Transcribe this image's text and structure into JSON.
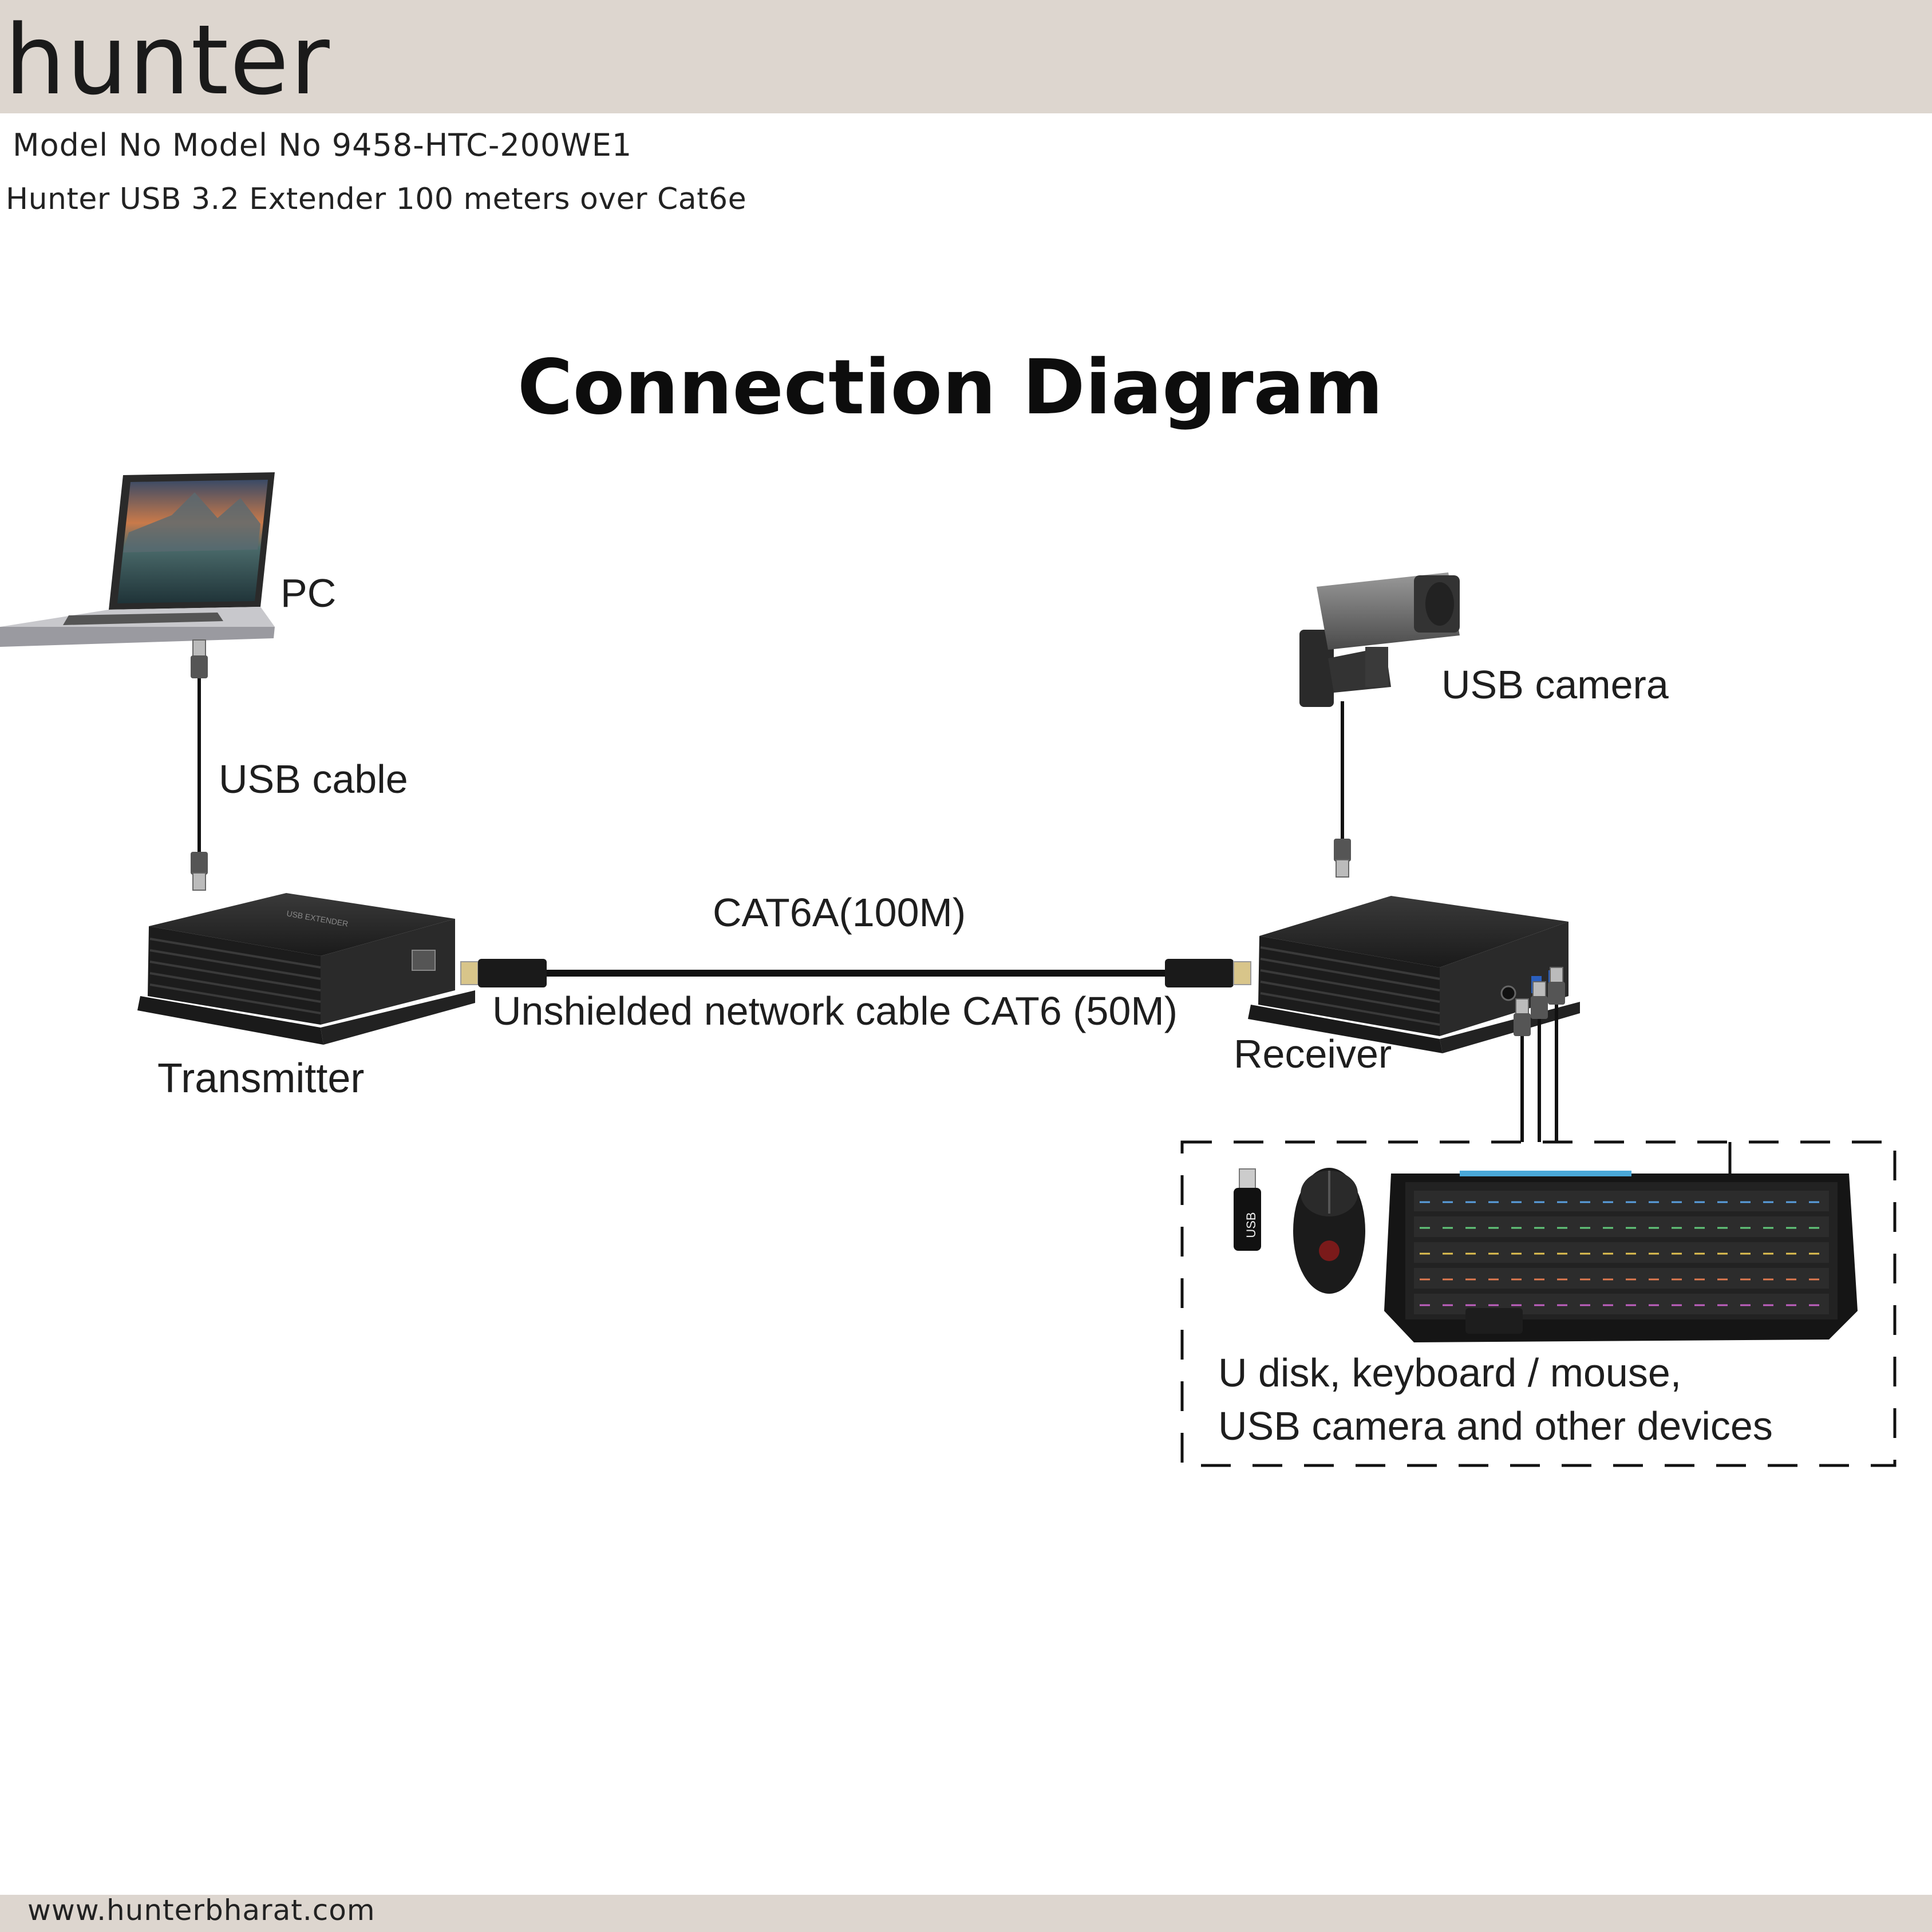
{
  "header": {
    "brand": "hunter",
    "model_line": "Model No Model No 9458-HTC-200WE1",
    "product_line": "Hunter USB 3.2 Extender 100 meters over Cat6e"
  },
  "diagram": {
    "title": "Connection Diagram",
    "labels": {
      "pc": "PC",
      "usb_cable": "USB cable",
      "transmitter": "Transmitter",
      "cable_top": "CAT6A(100M)",
      "cable_bottom": "Unshielded network cable CAT6 (50M)",
      "receiver": "Receiver",
      "usb_camera": "USB camera",
      "devices_line1": "U disk, keyboard / mouse,",
      "devices_line2": "USB camera and other devices"
    },
    "icons": [
      "laptop-icon",
      "security-camera-icon",
      "usb-stick-icon",
      "mouse-icon",
      "keyboard-icon",
      "usb-connector-icon",
      "rj45-connector-icon"
    ],
    "usb_stick_text": "USB"
  },
  "footer": {
    "website": "www.hunterbharat.com"
  },
  "colors": {
    "band": "#ddd6cf",
    "device_body": "#1c1c1c",
    "cable": "#111111"
  }
}
